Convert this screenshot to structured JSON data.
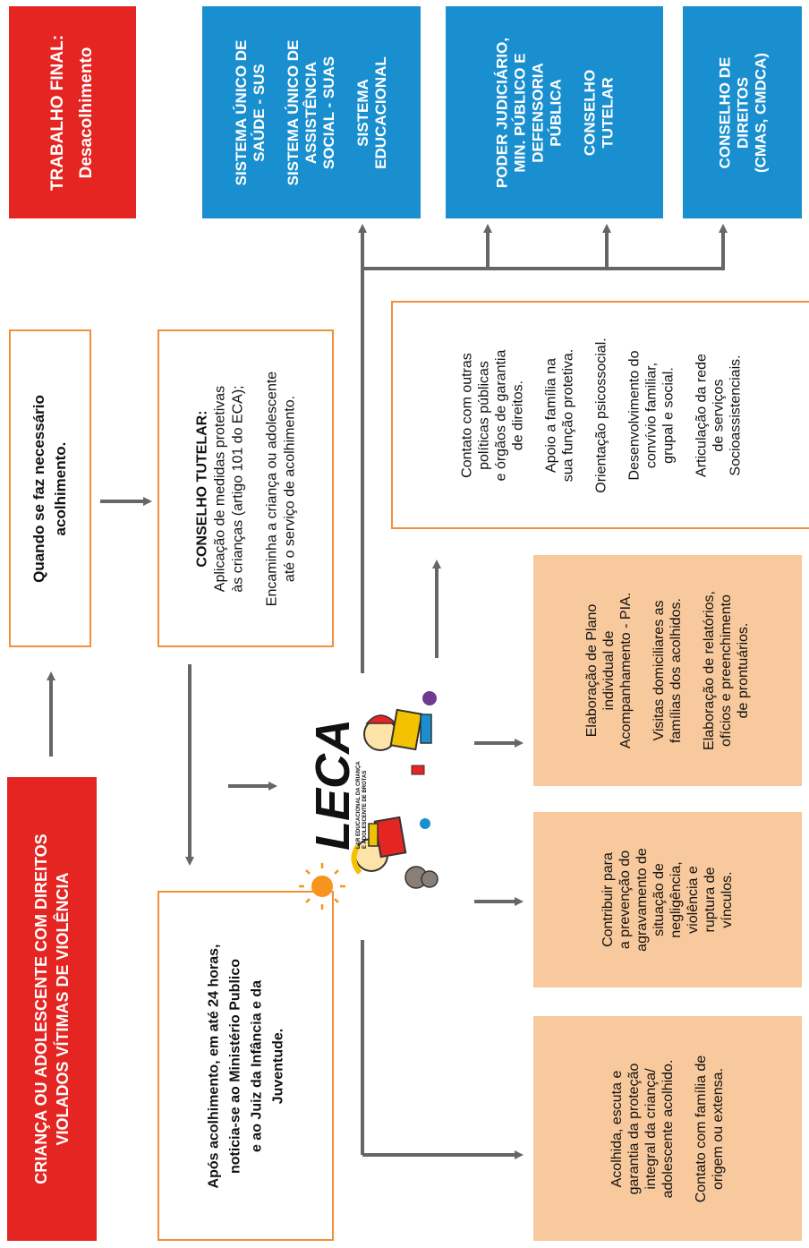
{
  "header_left": {
    "title": "TRABALHO FINAL:",
    "subtitle": "Desacolhimento"
  },
  "blue_boxes": [
    {
      "lines": [
        "SISTEMA ÚNICO DE",
        "SAÚDE - SUS",
        "",
        "SISTEMA ÚNICO DE",
        "ASSISTÊNCIA",
        "SOCIAL - SUAS",
        "",
        "SISTEMA",
        "EDUCACIONAL"
      ]
    },
    {
      "lines": [
        "PODER JUDICIÁRIO,",
        "MIN. PÚBLICO E",
        "DEFENSORIA",
        "PÚBLICA",
        "",
        "CONSELHO",
        "TUTELAR"
      ]
    },
    {
      "lines": [
        "CONSELHO DE",
        "DIREITOS",
        "(CMAS, CMDCA)"
      ]
    }
  ],
  "start_box": {
    "lines": [
      "CRIANÇA OU ADOLESCENTE COM DIREITOS",
      "VIOLADOS VÍTIMAS DE VIOLÊNCIA"
    ]
  },
  "when_box": {
    "lines": [
      "Quando se faz necessário",
      "acolhimento."
    ]
  },
  "conselho_box": {
    "heading": "CONSELHO TUTELAR:",
    "lines1": [
      "Aplicação de medidas protetivas",
      "às crianças (artigo 101 do ECA);"
    ],
    "lines2": [
      "Encaminha a criança ou adolescente",
      "até o serviço de acolhimento."
    ]
  },
  "after_box": {
    "lines": [
      "Após acolhimento, em até 24 horas,",
      "noticia-se ao Ministério Publico",
      "e ao Juiz da Infância e da",
      "Juventude."
    ]
  },
  "logo": {
    "name": "LECA",
    "tagline1": "LAR EDUCACIONAL DA CRIANÇA",
    "tagline2": "E ADOLESCENTE DE BROTAS"
  },
  "services_box": {
    "items": [
      [
        "Contato com outras",
        "políticas públicas",
        "e órgãos de garantia",
        "de direitos."
      ],
      [
        "Apoio a família na",
        "sua função protetiva."
      ],
      [
        "Orientação psicossocial."
      ],
      [
        "Desenvolvimento do",
        "convívio familiar,",
        "grupal e social."
      ],
      [
        "Articulação da rede",
        "de serviços",
        "Socioassistenciais."
      ]
    ]
  },
  "peach_pia": {
    "items": [
      [
        "Elaboração de Plano",
        "individual de",
        "Acompanhamento - PIA."
      ],
      [
        "Visitas domiciliares as",
        "famílias dos acolhidos."
      ],
      [
        "Elaboração de relatórios,",
        "ofícios e preenchimento",
        "de prontuários."
      ]
    ]
  },
  "peach_prevent": {
    "lines": [
      "Contribuir para",
      "a prevenção do",
      "agravamento de",
      "situação de",
      "negligência,",
      "violência e",
      "ruptura de",
      "vínculos."
    ]
  },
  "peach_welcome": {
    "items": [
      [
        "Acolhida, escuta e",
        "garantia da proteção",
        "integral da criança/",
        "adolescente acolhido."
      ],
      [
        "Contato com família de",
        "origem ou extensa."
      ]
    ]
  },
  "colors": {
    "red": "#e52521",
    "blue": "#1a8fd0",
    "peach": "#f8c99c",
    "orange_border": "#f0913a",
    "arrow": "#666666"
  }
}
